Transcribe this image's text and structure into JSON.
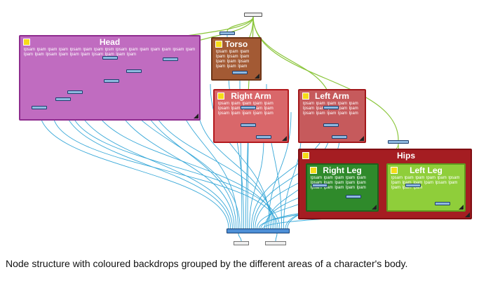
{
  "backdrops": {
    "head": {
      "title": "Head",
      "color": "#c06cc0",
      "text": "lpsam lpam lpam lpam lpsam lpam lpam lpsm lpsam lpam lpam lpam lpam lpsam lpam lpam lpam lpsam lpam lpam lpam lpsam lpam lpam lpam"
    },
    "torso": {
      "title": "Torso",
      "color": "#a35a34",
      "text": "lpsam lpam lpam lpam lpsam lpam lpam lpam lpsam lpam lpam lpam lpsam lpam lpam lpam"
    },
    "right_arm": {
      "title": "Right Arm",
      "color": "#d9676a",
      "text": "lpsam lpam lpam lpam lpam lpsam lpam lpam lpam lpam lpsam lpam lpam lpam lpam"
    },
    "left_arm": {
      "title": "Left Arm",
      "color": "#c65a5c",
      "text": "lpsam lpam lpam lpam lpam lpsam lpam lpam lpam lpam lpsam lpam lpam lpam lpam"
    },
    "hips": {
      "title": "Hips",
      "color": "#a51d22"
    },
    "right_leg": {
      "title": "Right Leg",
      "color": "#2f8a2b",
      "text": "lpsam lpam lpam lpam lpam lpsam lpam lpam lpam lpam lpsam lpam lpam lpam lpam"
    },
    "left_leg": {
      "title": "Left Leg",
      "color": "#8fce3a",
      "text": "lpsam lpam lpam lpam lpam lpsam lpam lpam lpam lpam lpsam lpam lpam lpam lpam"
    }
  },
  "wire_colors": {
    "peg": "#8ac53a",
    "composite": "#38a8d8"
  },
  "caption": "Node structure with coloured backdrops grouped by the different areas of a character's body."
}
